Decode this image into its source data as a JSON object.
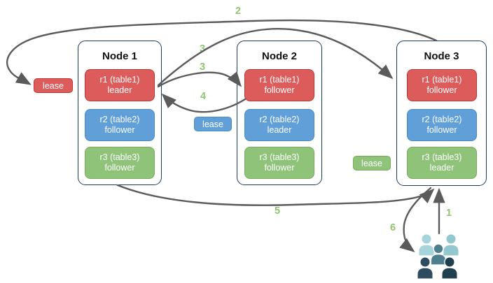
{
  "colors": {
    "node_border": "#1C3A5E",
    "red_fill": "#DC5C5C",
    "red_stroke": "#C93030",
    "blue_fill": "#619FD9",
    "blue_stroke": "#4C8BC6",
    "green_fill": "#8FC379",
    "green_stroke": "#78AC5C",
    "arrow": "#5B5B5B",
    "step_label": "#8FC573",
    "title_text": "#111111",
    "text_on_fill": "#FFFFFF",
    "people_light1": "#A6D4DA",
    "people_light2": "#92C7CE",
    "people_mid": "#4E7F8D",
    "people_dark1": "#2E4D61",
    "people_dark2": "#20404F"
  },
  "nodes": [
    {
      "title": "Node 1",
      "replicas": [
        {
          "name": "r1 (table1)",
          "role": "leader",
          "color": "red"
        },
        {
          "name": "r2 (table2)",
          "role": "follower",
          "color": "blue"
        },
        {
          "name": "r3 (table3)",
          "role": "follower",
          "color": "green"
        }
      ]
    },
    {
      "title": "Node 2",
      "replicas": [
        {
          "name": "r1 (table1)",
          "role": "follower",
          "color": "red"
        },
        {
          "name": "r2 (table2)",
          "role": "leader",
          "color": "blue"
        },
        {
          "name": "r3 (table3)",
          "role": "follower",
          "color": "green"
        }
      ]
    },
    {
      "title": "Node 3",
      "replicas": [
        {
          "name": "r1 (table1)",
          "role": "follower",
          "color": "red"
        },
        {
          "name": "r2 (table2)",
          "role": "follower",
          "color": "blue"
        },
        {
          "name": "r3 (table3)",
          "role": "leader",
          "color": "green"
        }
      ]
    }
  ],
  "leases": [
    {
      "label": "lease",
      "color": "red"
    },
    {
      "label": "lease",
      "color": "blue"
    },
    {
      "label": "lease",
      "color": "green"
    }
  ],
  "steps": {
    "s1": "1",
    "s2": "2",
    "s3a": "3",
    "s3b": "3",
    "s4": "4",
    "s5": "5",
    "s6": "6"
  },
  "arrows": [
    {
      "step": "1",
      "from": "clients",
      "to": "node3"
    },
    {
      "step": "2",
      "from": "node3",
      "to": "lease-red"
    },
    {
      "step": "3",
      "from": "node1-r1-leader",
      "to": "node3-r1-follower"
    },
    {
      "step": "3",
      "from": "node1-r1-leader",
      "to": "node2-r1-follower"
    },
    {
      "step": "4",
      "from": "node2-r1-follower",
      "to": "node1-r1-leader"
    },
    {
      "step": "5",
      "from": "node1",
      "to": "node3"
    },
    {
      "step": "6",
      "from": "node3",
      "to": "clients"
    }
  ],
  "icons": {
    "clients": "users-group-icon"
  }
}
